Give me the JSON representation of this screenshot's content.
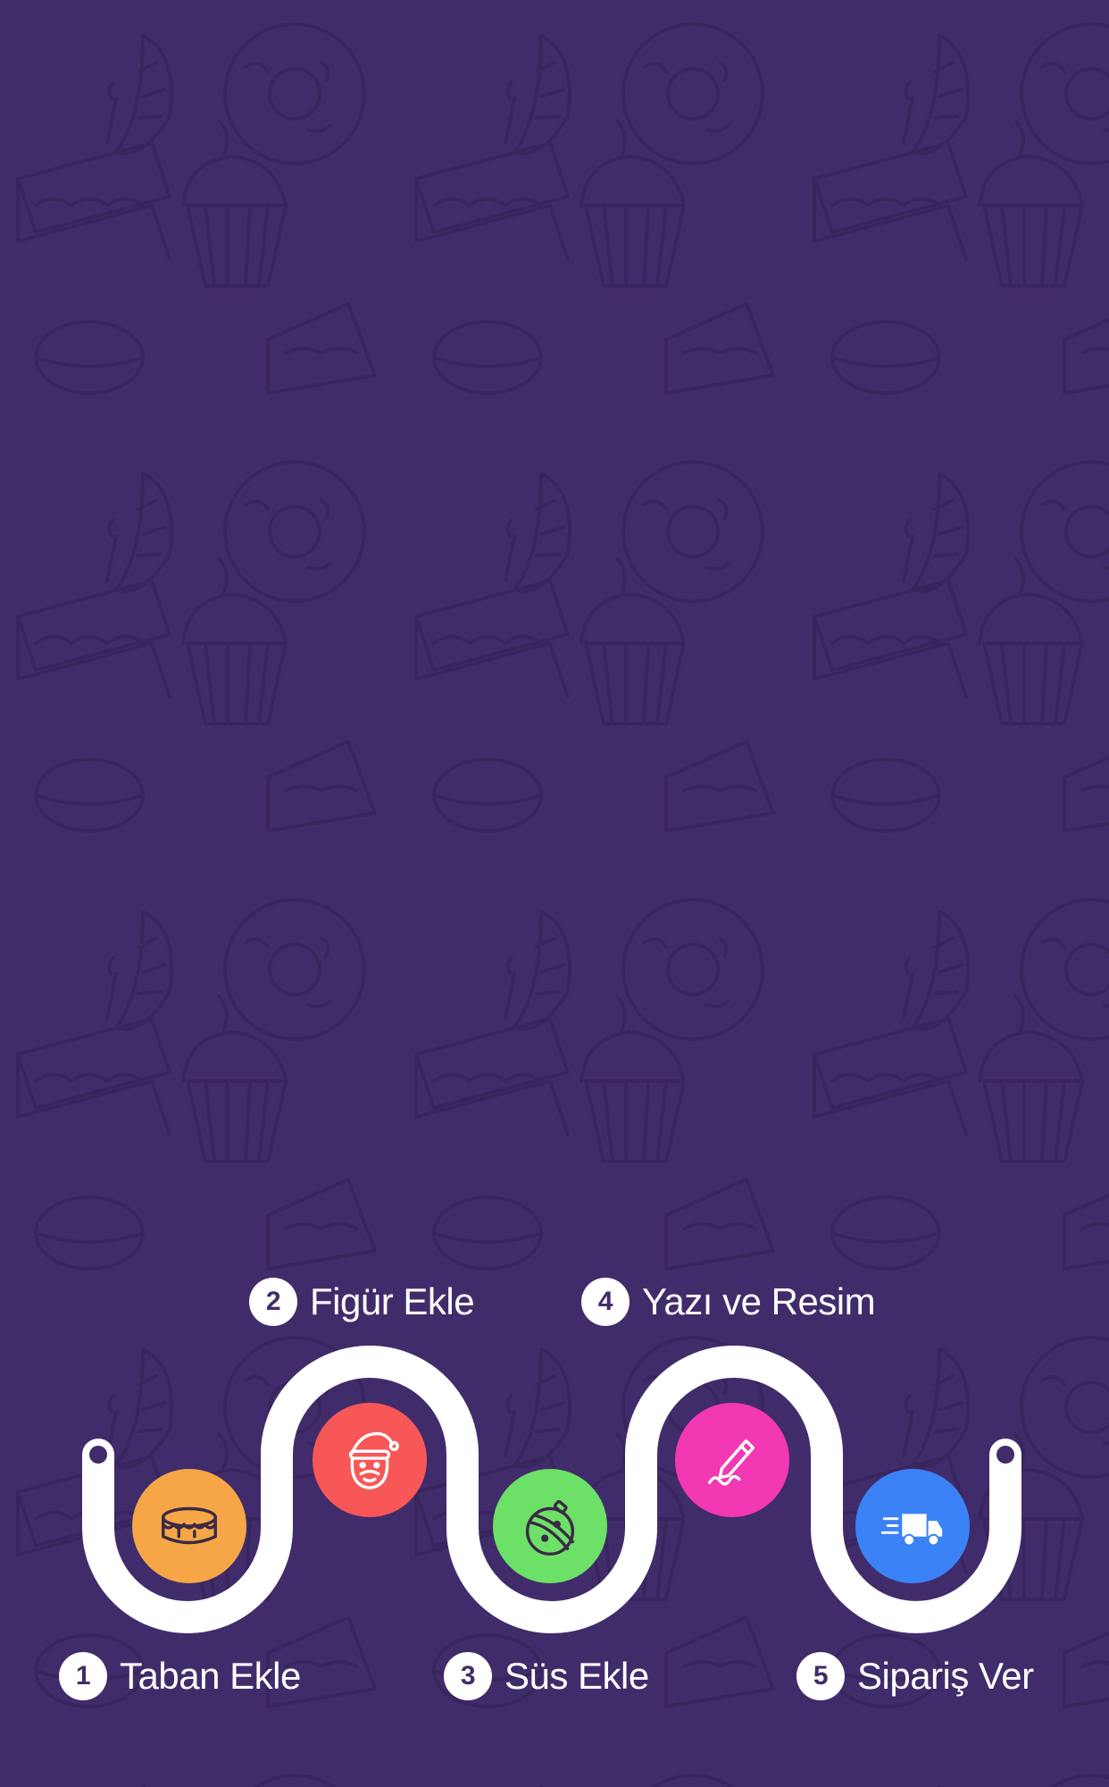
{
  "colors": {
    "background": "#412c6b",
    "pattern": "#2f1f50",
    "path": "#ffffff",
    "endpoint": "#412c6b"
  },
  "steps": [
    {
      "number": "1",
      "label": "Taban Ekle",
      "icon": "cake-base-icon",
      "color": "#f6a646"
    },
    {
      "number": "2",
      "label": "Figür Ekle",
      "icon": "santa-figure-icon",
      "color": "#f85757"
    },
    {
      "number": "3",
      "label": "Süs Ekle",
      "icon": "ornament-icon",
      "color": "#6de167"
    },
    {
      "number": "4",
      "label": "Yazı ve Resim",
      "icon": "pencil-icon",
      "color": "#f238b2"
    },
    {
      "number": "5",
      "label": "Sipariş Ver",
      "icon": "delivery-truck-icon",
      "color": "#3b82f6"
    }
  ]
}
